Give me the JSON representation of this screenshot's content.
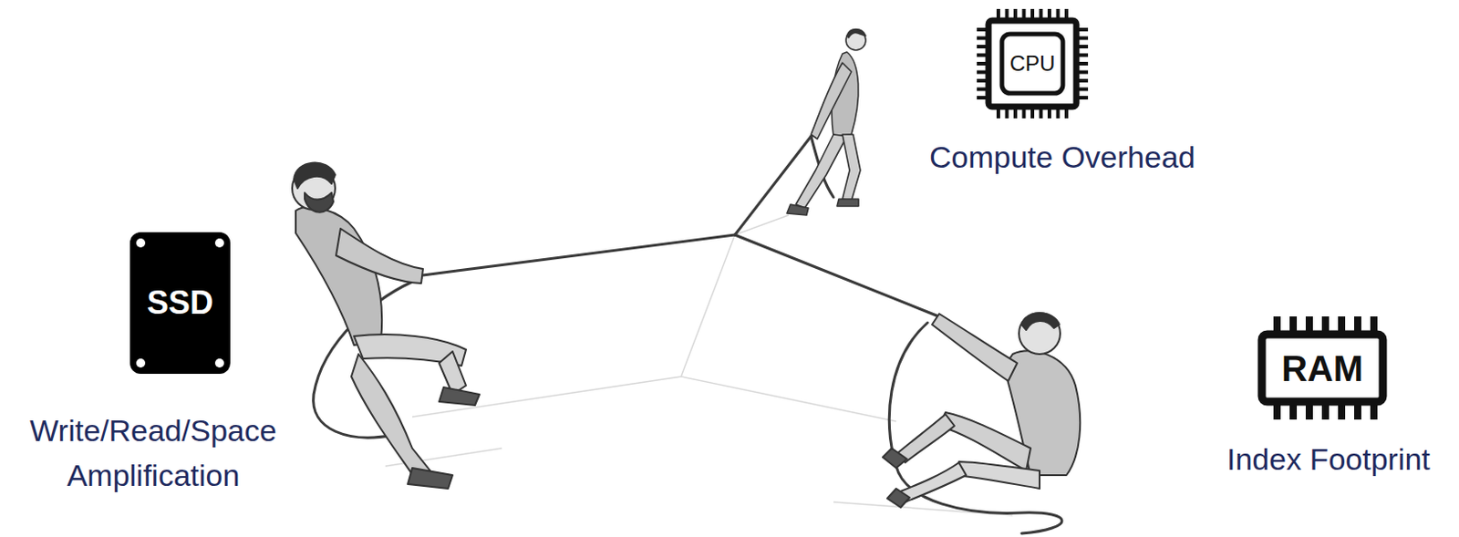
{
  "diagram": {
    "nodes": [
      {
        "text": [
          "CPU",
          "Compute Overhead"
        ]
      },
      {
        "text": [
          "SSD",
          "Write/Read/Space Amplification"
        ]
      },
      {
        "text": [
          "RAM",
          "Index Footprint"
        ]
      }
    ]
  }
}
